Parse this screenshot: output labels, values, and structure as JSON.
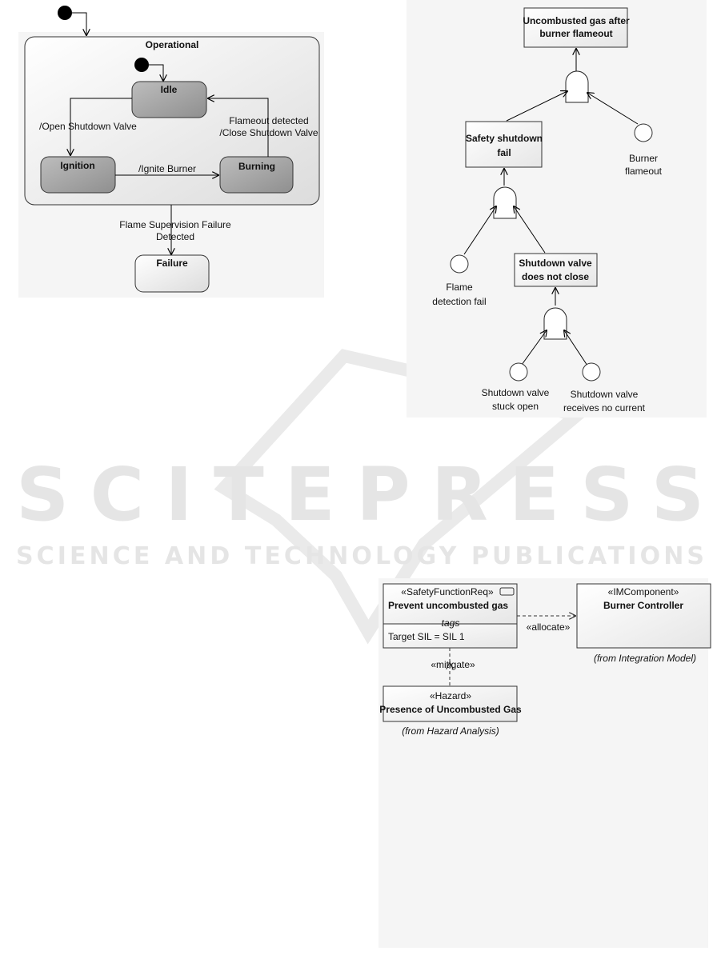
{
  "state_machine": {
    "composite_label": "Operational",
    "states": {
      "idle": "Idle",
      "ignition": "Ignition",
      "burning": "Burning",
      "failure": "Failure"
    },
    "transitions": {
      "open_shutdown": "/Open Shutdown Valve",
      "ignite_burner": "/Ignite Burner",
      "flameout_line1": "Flameout detected",
      "flameout_line2": "/Close Shutdown Valve",
      "failure_line1": "Flame Supervision Failure",
      "failure_line2": "Detected"
    }
  },
  "fault_tree": {
    "top_event_line1": "Uncombusted gas after",
    "top_event_line2": "burner flameout",
    "safety_shutdown_line1": "Safety shutdown",
    "safety_shutdown_line2": "fail",
    "burner_flameout_line1": "Burner",
    "burner_flameout_line2": "flameout",
    "flame_detection_line1": "Flame",
    "flame_detection_line2": "detection fail",
    "valve_not_close_line1": "Shutdown valve",
    "valve_not_close_line2": "does not close",
    "stuck_open_line1": "Shutdown valve",
    "stuck_open_line2": "stuck open",
    "no_current_line1": "Shutdown valve",
    "no_current_line2": "receives no current"
  },
  "requirements": {
    "safety_req_stereotype": "«SafetyFunctionReq»",
    "safety_req_name": "Prevent uncombusted gas",
    "tags_heading": "tags",
    "tag_value": "Target SIL = SIL 1",
    "component_stereotype": "«IMComponent»",
    "component_name": "Burner Controller",
    "component_origin": "(from Integration Model)",
    "allocate_label": "«allocate»",
    "mitigate_label": "«mitigate»",
    "hazard_stereotype": "«Hazard»",
    "hazard_name": "Presence of Uncombusted Gas",
    "hazard_origin": "(from Hazard Analysis)"
  },
  "watermark": {
    "brand": "SCITEPRESS",
    "tagline": "SCIENCE AND TECHNOLOGY PUBLICATIONS"
  }
}
